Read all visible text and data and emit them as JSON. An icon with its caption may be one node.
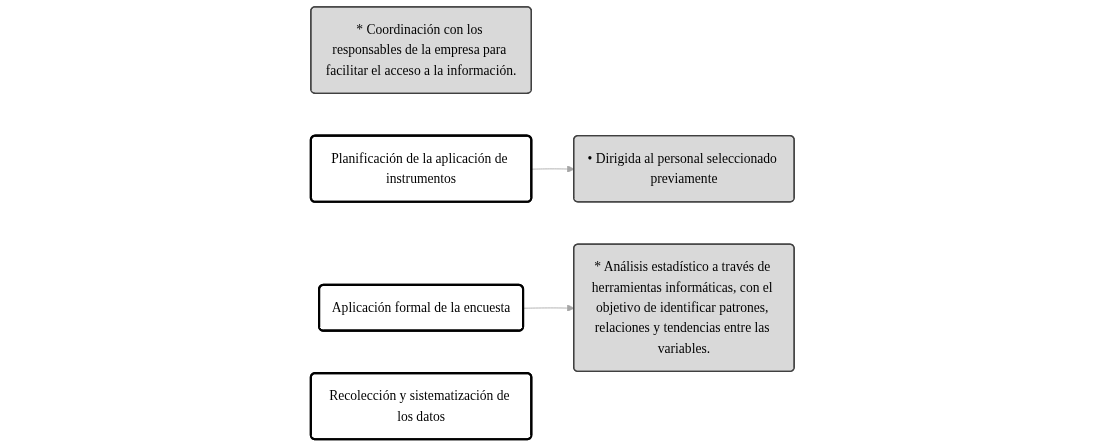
{
  "diagram": {
    "nodes": [
      {
        "text": [
          "* Coordinación con los responsables de la empresa para facilitar el acceso a la información."
        ]
      },
      {
        "text": [
          "Planificación de la aplicación de instrumentos"
        ]
      },
      {
        "text": [
          "• Dirigida al personal seleccionado previamente"
        ]
      },
      {
        "text": [
          "Aplicación formal de la encuesta"
        ]
      },
      {
        "text": [
          "* Análisis estadístico a través de herramientas informáticas, con el objetivo de identificar patrones, relaciones y tendencias entre las variables."
        ]
      },
      {
        "text": [
          "Recolección y sistematización de los datos"
        ]
      }
    ],
    "edges": [
      {
        "from": 1,
        "to": 2,
        "arrow": "to"
      },
      {
        "from": 3,
        "to": 4,
        "arrow": "to"
      }
    ]
  }
}
